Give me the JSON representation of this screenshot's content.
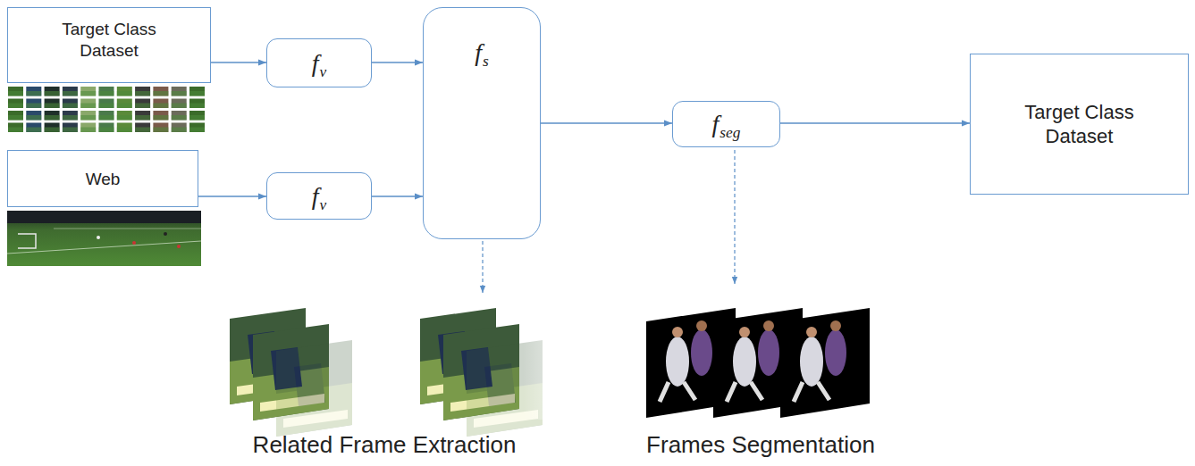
{
  "diagram": {
    "nodes": [
      {
        "text": [
          "Target Class Dataset"
        ]
      },
      {
        "text": [
          "Web"
        ]
      },
      {
        "text": [
          "f",
          "v"
        ]
      },
      {
        "text": [
          "f",
          "v"
        ]
      },
      {
        "text": [
          "f",
          "s"
        ]
      },
      {
        "text": [
          "f",
          "seg"
        ]
      },
      {
        "text": [
          "Target Class Dataset"
        ]
      }
    ],
    "edges": [
      {
        "from": 0,
        "to": 2,
        "arrow": "to"
      },
      {
        "from": 1,
        "to": 3,
        "arrow": "to"
      },
      {
        "from": 2,
        "to": 4,
        "arrow": "to"
      },
      {
        "from": 3,
        "to": 4,
        "arrow": "to"
      },
      {
        "from": 4,
        "to": 5,
        "arrow": "to"
      },
      {
        "from": 5,
        "to": 6,
        "arrow": "to"
      }
    ],
    "labels": [
      "Related Frame Extraction",
      "Frames Segmentation"
    ]
  }
}
